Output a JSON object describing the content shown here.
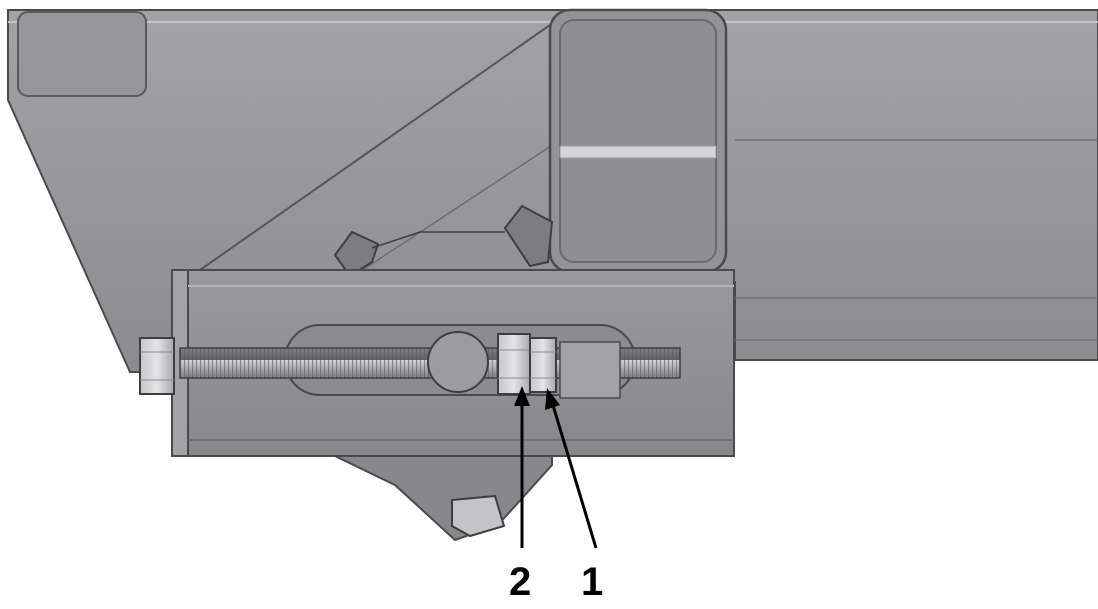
{
  "callouts": [
    {
      "id": "1",
      "label": "1"
    },
    {
      "id": "2",
      "label": "2"
    }
  ],
  "colors": {
    "metal_light": "#9c9c9f",
    "metal_mid": "#8a8a8e",
    "metal_dark": "#6d6d71",
    "edge": "#4a4a4e",
    "highlight": "#c9c9cc",
    "thread": "#7a7a7e",
    "leader": "#000000"
  }
}
